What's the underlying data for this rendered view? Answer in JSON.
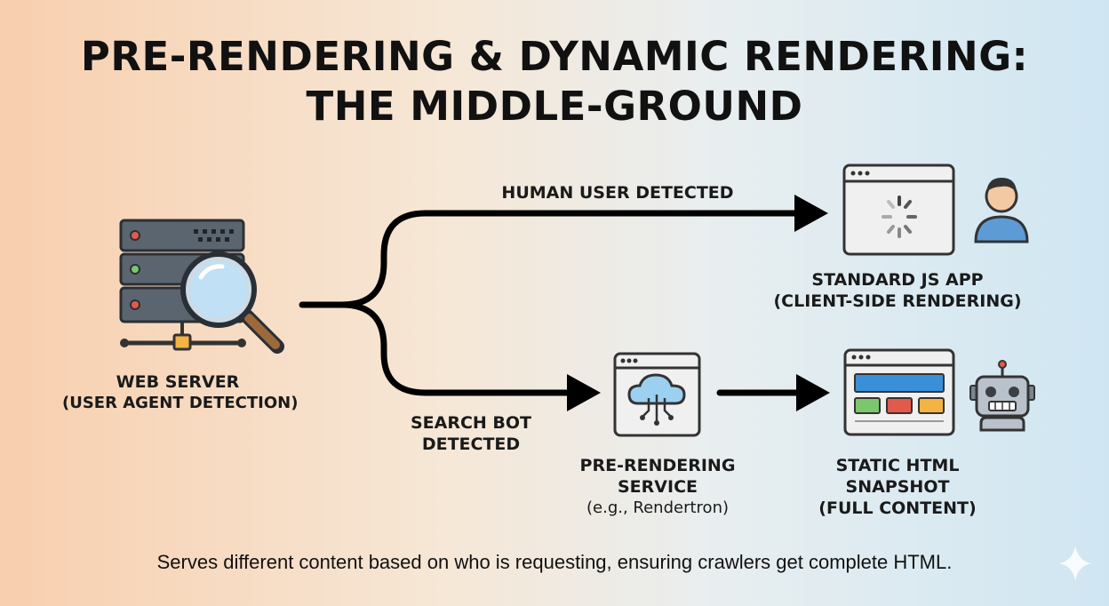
{
  "title": {
    "line1": "PRE-RENDERING & DYNAMIC RENDERING:",
    "line2": "THE MIDDLE-GROUND"
  },
  "nodes": {
    "server": {
      "label": "WEB SERVER",
      "sub": "(USER AGENT DETECTION)"
    },
    "human_app": {
      "label": "STANDARD JS APP",
      "sub": "(CLIENT-SIDE RENDERING)"
    },
    "prerender": {
      "label1": "PRE-RENDERING",
      "label2": "SERVICE",
      "sub": "(e.g., Rendertron)"
    },
    "snapshot": {
      "label1": "STATIC HTML",
      "label2": "SNAPSHOT",
      "sub": "(FULL CONTENT)"
    }
  },
  "edges": {
    "human": "HUMAN USER DETECTED",
    "bot_line1": "SEARCH BOT",
    "bot_line2": "DETECTED"
  },
  "footer": "Serves different content based on who is requesting, ensuring crawlers get complete HTML.",
  "icons": [
    "server-icon",
    "magnifier-icon",
    "loading-browser-icon",
    "user-icon",
    "cloud-browser-icon",
    "webpage-layout-icon",
    "robot-icon",
    "sparkle-icon"
  ]
}
